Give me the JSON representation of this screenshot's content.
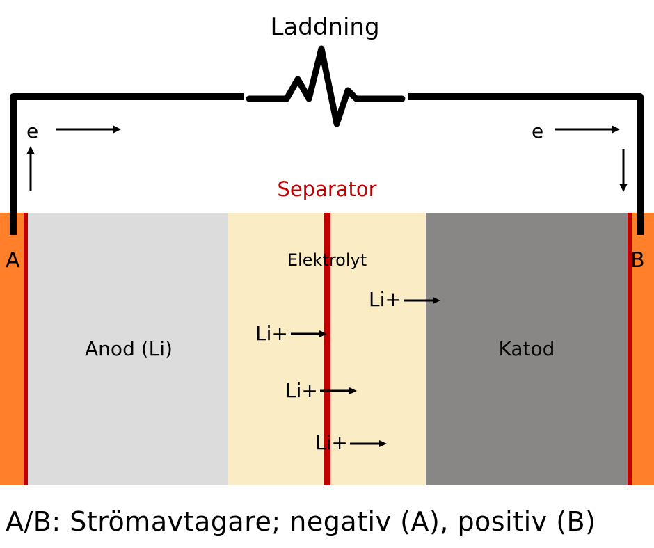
{
  "diagram": {
    "title": "Laddning",
    "separator_label": "Separator",
    "electrolyte_label": "Elektrolyt",
    "anode_label": "Anod (Li)",
    "cathode_label": "Katod",
    "terminal_a": "A",
    "terminal_b": "B",
    "electron_left": "e",
    "electron_right": "e",
    "ions": [
      "Li+",
      "Li+",
      "Li+",
      "Li+"
    ],
    "caption": "A/B: Strömavtagare; negativ (A), positiv (B)",
    "colors": {
      "collector": "#ff7f2a",
      "collector_edge": "#c00000",
      "anode": "#dcdcdc",
      "electrolyte": "#faecc4",
      "cathode": "#888785",
      "separator": "#c00000",
      "wire": "#000000"
    }
  }
}
